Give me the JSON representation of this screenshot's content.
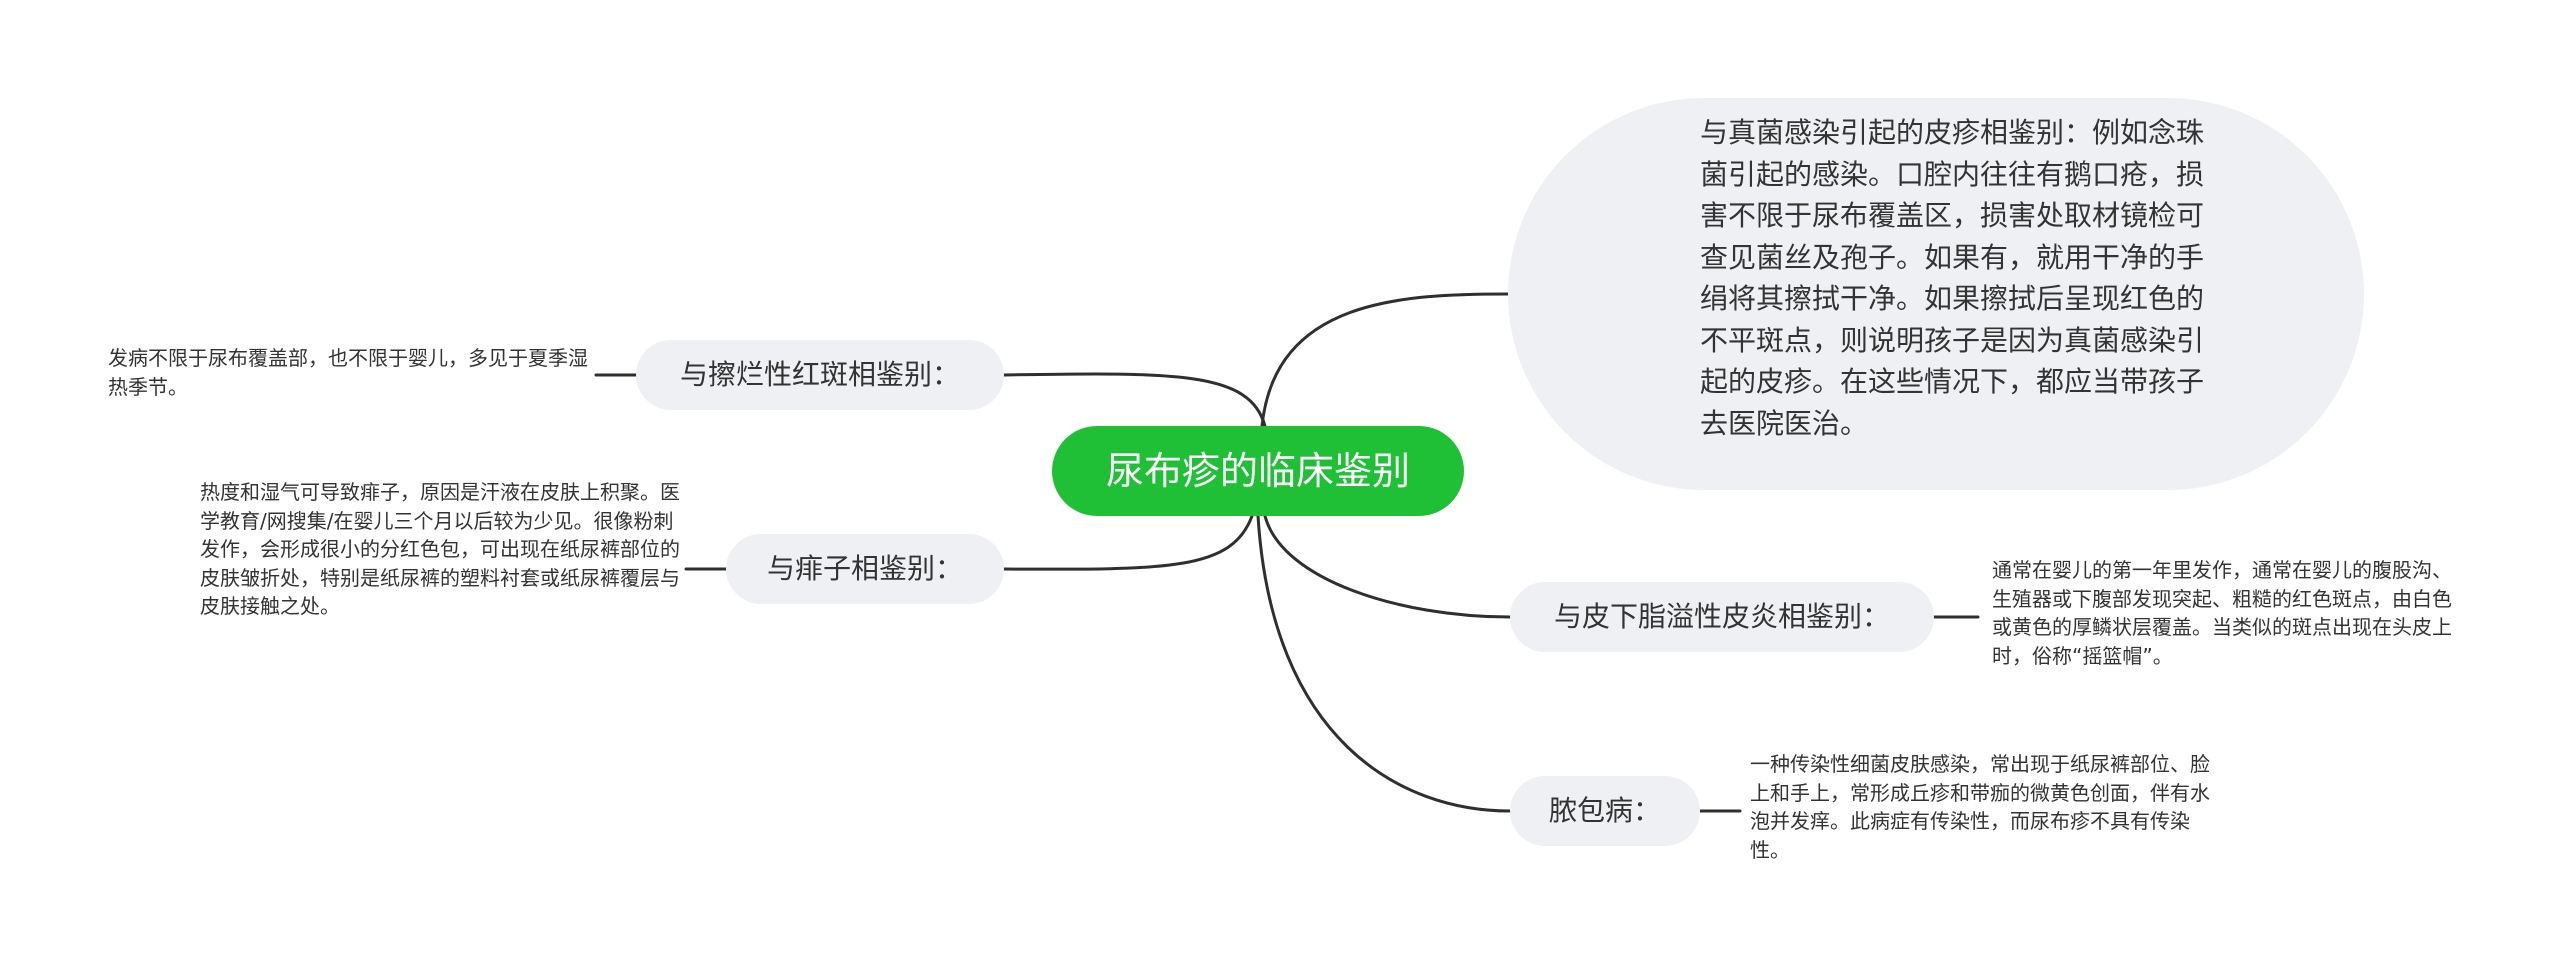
{
  "root": {
    "label": "尿布疹的临床鉴别"
  },
  "branches": [
    {
      "label": "与擦烂性红斑相鉴别：",
      "detail": "发病不限于尿布覆盖部，也不限于婴儿，多见于夏季湿热季节。"
    },
    {
      "label": "与痱子相鉴别：",
      "detail": "热度和湿气可导致痱子，原因是汗液在皮肤上积聚。医学教育/网搜集/在婴儿三个月以后较为少见。很像粉刺发作，会形成很小的分红色包，可出现在纸尿裤部位的皮肤皱折处，特别是纸尿裤的塑料衬套或纸尿裤覆层与皮肤接触之处。"
    },
    {
      "detail": "与真菌感染引起的皮疹相鉴别：例如念珠菌引起的感染。口腔内往往有鹅口疮，损害不限于尿布覆盖区，损害处取材镜检可查见菌丝及孢子。如果有，就用干净的手绢将其擦拭干净。如果擦拭后呈现红色的不平斑点，则说明孩子是因为真菌感染引起的皮疹。在这些情况下，都应当带孩子去医院医治。"
    },
    {
      "label": "与皮下脂溢性皮炎相鉴别：",
      "detail": "通常在婴儿的第一年里发作，通常在婴儿的腹股沟、生殖器或下腹部发现突起、粗糙的红色斑点，由白色或黄色的厚鳞状层覆盖。当类似的斑点出现在头皮上时，俗称“摇篮帽”。"
    },
    {
      "label": "脓包病：",
      "detail": "一种传染性细菌皮肤感染，常出现于纸尿裤部位、脸上和手上，常形成丘疹和带痂的微黄色创面，伴有水泡并发痒。此病症有传染性，而尿布疹不具有传染性。"
    }
  ],
  "colors": {
    "root_fill": "#1fbf36",
    "branch_fill": "#eef0f3",
    "connector": "#2f2f2f"
  }
}
